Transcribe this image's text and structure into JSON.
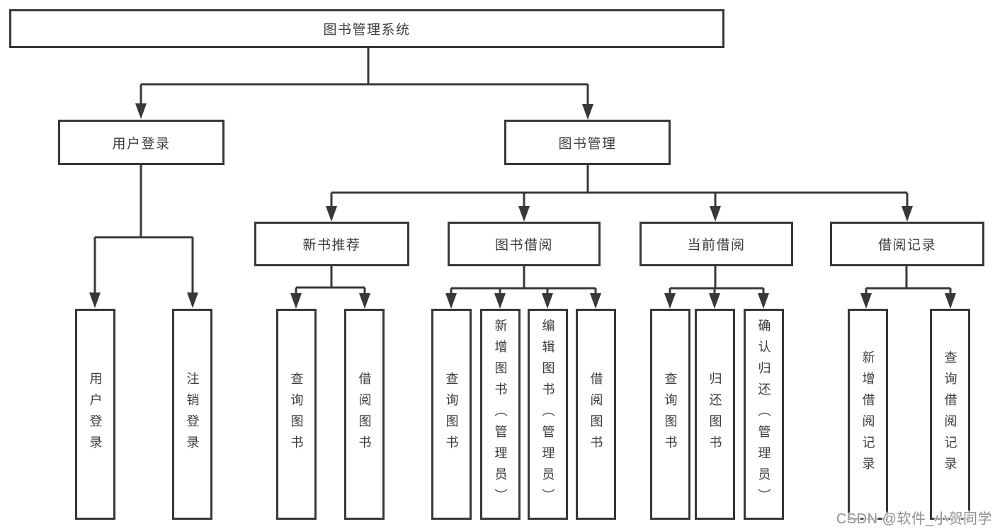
{
  "tree": {
    "root": {
      "label": "图书管理系统",
      "children": [
        {
          "label": "用户登录",
          "children": [
            {
              "label": "用户登录"
            },
            {
              "label": "注销登录"
            }
          ]
        },
        {
          "label": "图书管理",
          "children": [
            {
              "label": "新书推荐",
              "children": [
                {
                  "label": "查询图书"
                },
                {
                  "label": "借阅图书"
                }
              ]
            },
            {
              "label": "图书借阅",
              "children": [
                {
                  "label": "查询图书"
                },
                {
                  "label": "新增图书（管理员）"
                },
                {
                  "label": "编辑图书（管理员）"
                },
                {
                  "label": "借阅图书"
                }
              ]
            },
            {
              "label": "当前借阅",
              "children": [
                {
                  "label": "查询图书"
                },
                {
                  "label": "归还图书"
                },
                {
                  "label": "确认归还（管理员）"
                }
              ]
            },
            {
              "label": "借阅记录",
              "children": [
                {
                  "label": "新增借阅记录"
                },
                {
                  "label": "查询借阅记录"
                }
              ]
            }
          ]
        }
      ]
    }
  },
  "watermark": {
    "text": "CSDN @软件_小贺同学"
  },
  "colors": {
    "line": "#383838",
    "box_border": "#383838",
    "text": "#3d3d42",
    "background": "#ffffff",
    "watermark": "#8f8f8f"
  }
}
